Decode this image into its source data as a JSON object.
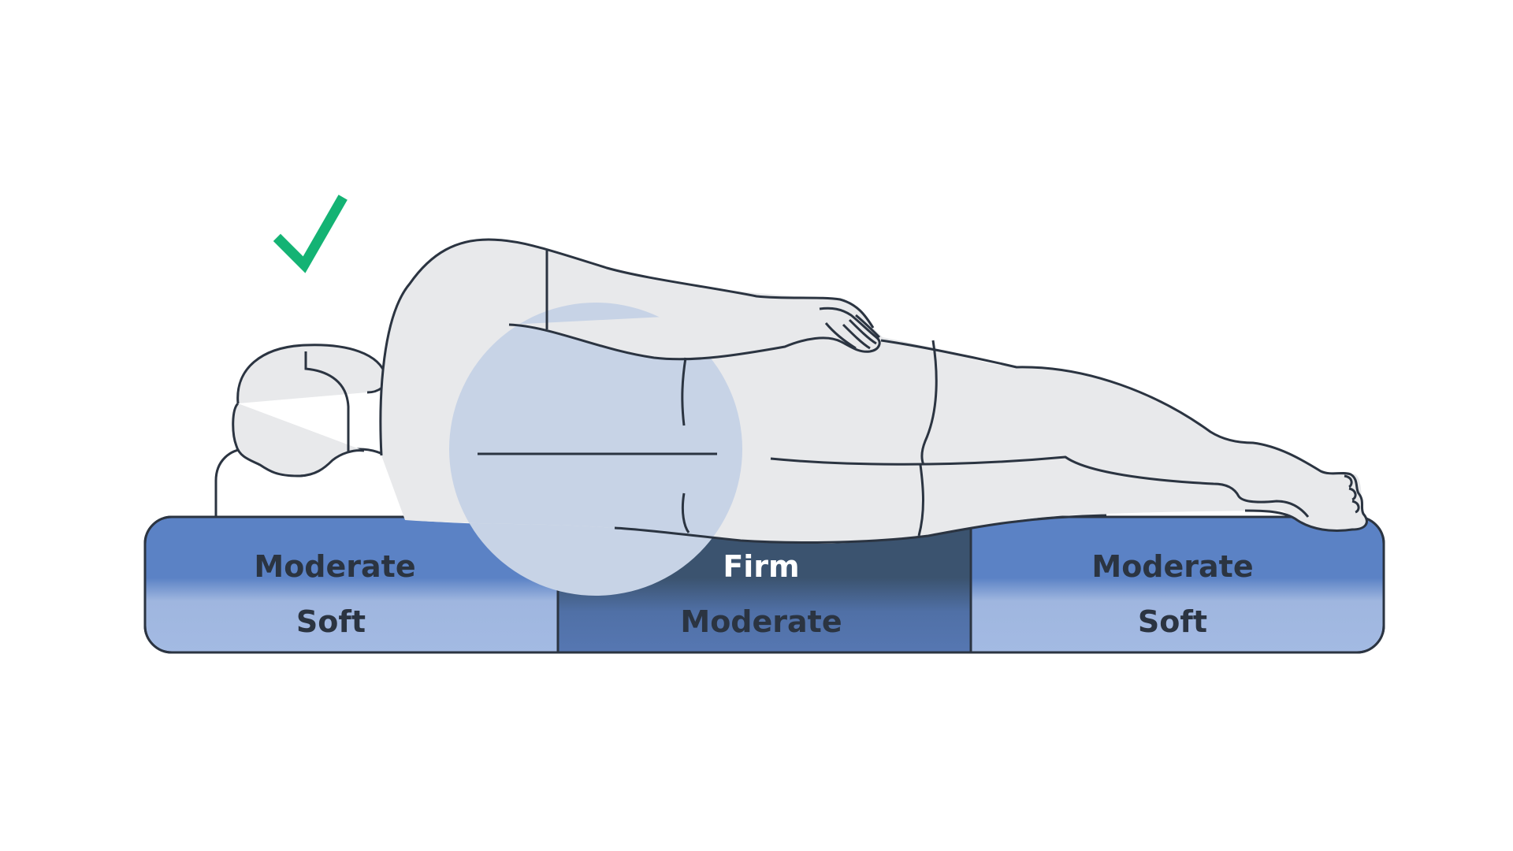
{
  "zones": [
    {
      "top_label": "Moderate",
      "bottom_label": "Soft"
    },
    {
      "top_label": "Firm",
      "bottom_label": "Moderate"
    },
    {
      "top_label": "Moderate",
      "bottom_label": "Soft"
    }
  ],
  "icons": {
    "check": "check-icon",
    "spine_alignment": "spine-alignment-line",
    "person": "side-sleeper-figure",
    "pillow": "pillow"
  },
  "colors": {
    "check": "#14b374",
    "zone_soft_top": "#5b82c5",
    "zone_soft_bottom": "#a3bae3",
    "zone_firm_top": "#3b536f",
    "zone_firm_bottom": "#5677b2",
    "label_dark": "#2b3441",
    "label_light": "#ffffff",
    "body_fill": "#e8e9eb",
    "outline": "#2b3441",
    "focus_circle": "#c7d3e6",
    "spine_glow": "#5bea79"
  }
}
